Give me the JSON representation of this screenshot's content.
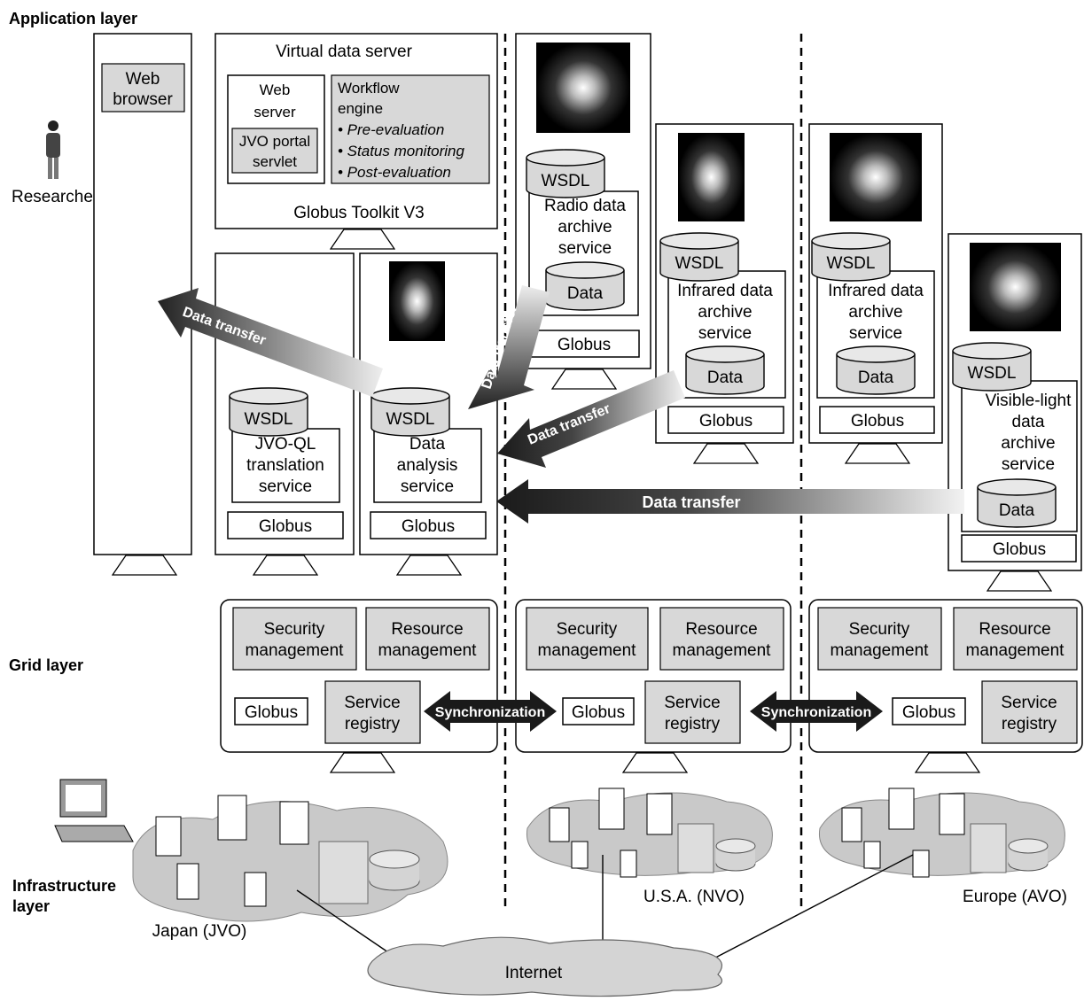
{
  "layers": {
    "application": "Application layer",
    "grid": "Grid layer",
    "infrastructure_1": "Infrastructure",
    "infrastructure_2": "layer"
  },
  "researcher": {
    "label": "Researcher",
    "browser_1": "Web",
    "browser_2": "browser"
  },
  "virtual_server": {
    "title": "Virtual data server",
    "web_server_1": "Web",
    "web_server_2": "server",
    "portal_1": "JVO portal",
    "portal_2": "servlet",
    "workflow_1": "Workflow",
    "workflow_2": "engine",
    "workflow_items": [
      "• Pre-evaluation",
      "• Status monitoring",
      "• Post-evaluation"
    ],
    "toolkit": "Globus Toolkit V3"
  },
  "services": {
    "wsdl": "WSDL",
    "data": "Data",
    "globus": "Globus",
    "jvoql": [
      "JVO-QL",
      "translation",
      "service"
    ],
    "analysis": [
      "Data",
      "analysis",
      "service"
    ],
    "radio": [
      "Radio data",
      "archive",
      "service"
    ],
    "infrared": [
      "Infrared data",
      "archive",
      "service"
    ],
    "visible": [
      "Visible-light",
      "data",
      "archive",
      "service"
    ]
  },
  "arrows": {
    "data_transfer": "Data transfer",
    "synchronization": "Synchronization"
  },
  "grid": {
    "security": [
      "Security",
      "management"
    ],
    "resource": [
      "Resource",
      "management"
    ],
    "registry": [
      "Service",
      "registry"
    ],
    "globus": "Globus"
  },
  "regions": {
    "japan": "Japan (JVO)",
    "usa": "U.S.A. (NVO)",
    "europe": "Europe (AVO)",
    "internet": "Internet"
  }
}
